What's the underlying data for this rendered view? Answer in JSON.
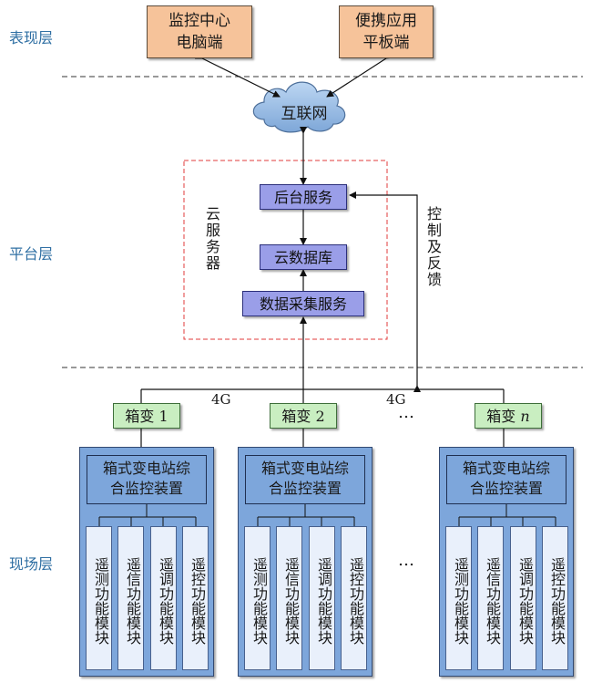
{
  "layers": {
    "presentation": "表现层",
    "platform": "平台层",
    "field": "现场层"
  },
  "presentation": {
    "monitor_center_line1": "监控中心",
    "monitor_center_line2": "电脑端",
    "mobile_line1": "便携应用",
    "mobile_line2": "平板端"
  },
  "internet": "互联网",
  "cloud_server": {
    "label": "云服务器",
    "backend": "后台服务",
    "database": "云数据库",
    "collection": "数据采集服务"
  },
  "control_feedback": "控制及反馈",
  "network": {
    "left_label": "4G",
    "right_label": "4G"
  },
  "boxes": [
    {
      "name": "箱变",
      "num": "1"
    },
    {
      "name": "箱变",
      "num": "2"
    },
    {
      "name": "箱变",
      "num": "n"
    }
  ],
  "ellipsis": "…",
  "station": {
    "monitor_line1": "箱式变电站综",
    "monitor_line2": "合监控装置",
    "modules": [
      "遥测功能模块",
      "遥信功能模块",
      "遥调功能模块",
      "遥控功能模块"
    ]
  },
  "colors": {
    "top_box": "#f6c39a",
    "service": "#9a9ee8",
    "box_green": "#c9eec1",
    "station_blue": "#7da6db",
    "cloud_border": "#e03b3b"
  }
}
